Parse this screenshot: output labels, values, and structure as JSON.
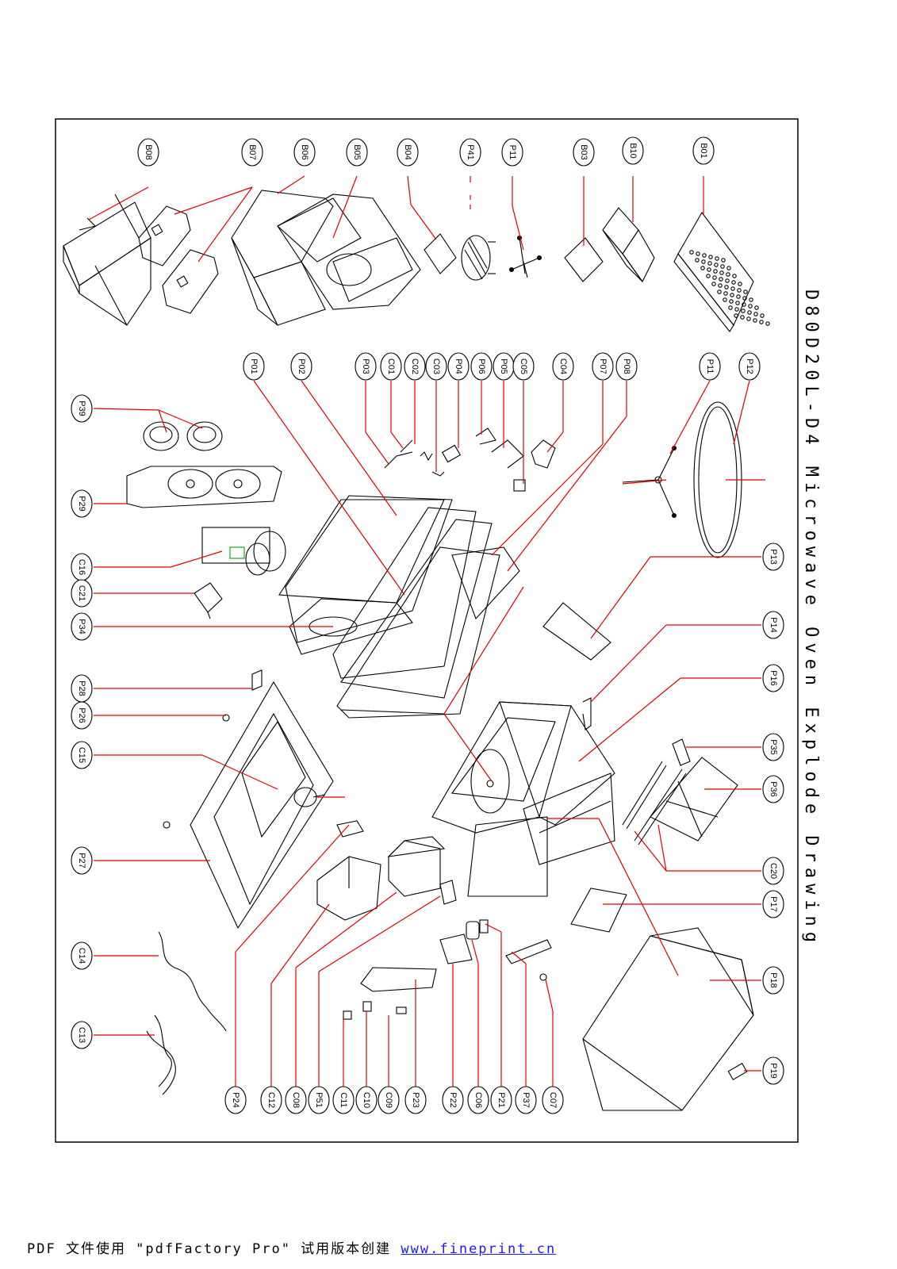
{
  "title": "D80D20L-D4  Microwave  Oven  Explode  Drawing",
  "footer": {
    "prefix": "PDF 文件使用 \"pdfFactory Pro\" 试用版本创建",
    "link": "www.fineprint.cn"
  },
  "callouts": {
    "B08": "B08",
    "B07": "B07",
    "B06": "B06",
    "B05": "B05",
    "B04": "B04",
    "P41": "P41",
    "P11a": "P11",
    "B03": "B03",
    "B10": "B10",
    "B01": "B01",
    "P01": "P01",
    "P02": "P02",
    "P03": "P03",
    "C01": "C01",
    "C02": "C02",
    "C03": "C03",
    "P04": "P04",
    "P06": "P06",
    "P05": "P05",
    "C05": "C05",
    "C04": "C04",
    "P07": "P07",
    "P08": "P08",
    "P11b": "P11",
    "P12": "P12",
    "P39": "P39",
    "P29": "P29",
    "C16": "C16",
    "C21": "C21",
    "P34": "P34",
    "P13": "P13",
    "P28": "P28",
    "P26": "P26",
    "P14": "P14",
    "P16": "P16",
    "C15": "C15",
    "P35": "P35",
    "P36": "P36",
    "P27": "P27",
    "C20": "C20",
    "P17": "P17",
    "C14": "C14",
    "P18": "P18",
    "C13": "C13",
    "P19": "P19",
    "P24": "P24",
    "C12": "C12",
    "C08": "C08",
    "P51": "P51",
    "C11": "C11",
    "C10": "C10",
    "C09": "C09",
    "P23": "P23",
    "P22": "P22",
    "C06": "C06",
    "P21": "P21",
    "P37": "P37",
    "C07": "C07"
  }
}
